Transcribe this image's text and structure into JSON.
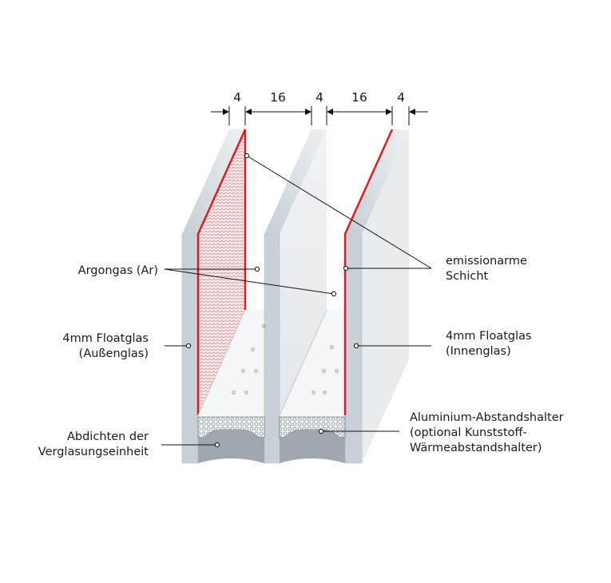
{
  "dimensions": {
    "d1": "4",
    "d2": "16",
    "d3": "4",
    "d4": "16",
    "d5": "4"
  },
  "labels": {
    "argon": "Argongas (Ar)",
    "outer_glass_1": "4mm Floatglas",
    "outer_glass_2": "(Außenglas)",
    "seal_1": "Abdichten der",
    "seal_2": "Verglasungseinheit",
    "lowe_1": "emissionarme",
    "lowe_2": "Schicht",
    "inner_glass_1": "4mm Floatglas",
    "inner_glass_2": "(Innenglas)",
    "spacer_1": "Aluminium-Abstandshalter",
    "spacer_2": "(optional Kunststoff-",
    "spacer_3": "Wärmeabstandshalter)"
  },
  "colors": {
    "coating": "#e3161e",
    "glass_face": "#c9d2d8",
    "glass_light": "#eef1f3",
    "sealant": "#9aa5ad",
    "argon_pattern": "#e8a8a8"
  }
}
